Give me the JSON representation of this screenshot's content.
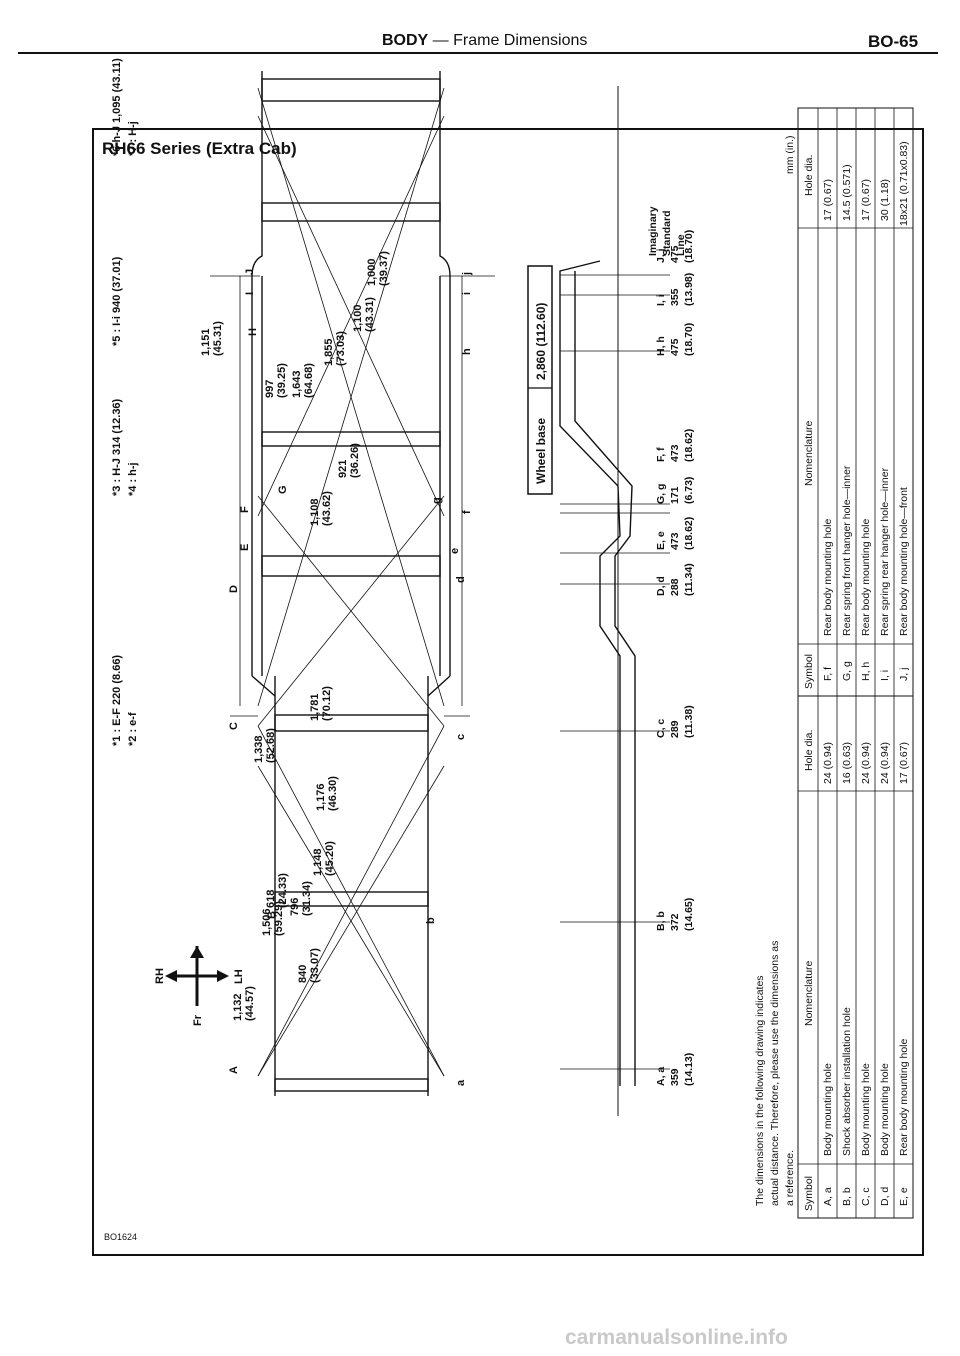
{
  "header": {
    "section": "BODY",
    "separator": " — ",
    "subtitle": "Frame Dimensions",
    "page": "BO-65"
  },
  "series_title": "RH66 Series (Extra Cab)",
  "notes": {
    "n1": "*1 : E-F  220 (8.66)",
    "n2": "*2 : e-f",
    "n3": "*3 : H-J  314 (12.36)",
    "n4": "*4 : h-j",
    "n5": "*5 : I-i  940 (37.01)",
    "n6": "*6  h-J  1,095 (43.11)",
    "n7": "*7 : H-j"
  },
  "orientation": {
    "rh": "RH",
    "lh": "LH",
    "fr": "Fr"
  },
  "point_labels_top": [
    "A",
    "B",
    "C",
    "D",
    "E",
    "F",
    "G",
    "H",
    "I",
    "J"
  ],
  "point_labels_bottom": [
    "a",
    "b",
    "c",
    "d",
    "e",
    "f",
    "g",
    "h",
    "i",
    "j"
  ],
  "dimensions": [
    {
      "v": "1,132",
      "i": "(44.57)"
    },
    {
      "v": "618",
      "i": "(24.33)"
    },
    {
      "v": "796",
      "i": "(31.34)"
    },
    {
      "v": "1,506",
      "i": "(59.29)"
    },
    {
      "v": "840",
      "i": "(33.07)"
    },
    {
      "v": "1,148",
      "i": "(45.20)"
    },
    {
      "v": "1,176",
      "i": "(46.30)"
    },
    {
      "v": "1,338",
      "i": "(52.68)"
    },
    {
      "v": "1,781",
      "i": "(70.12)"
    },
    {
      "v": "1,108",
      "i": "(43.62)"
    },
    {
      "v": "921",
      "i": "(36.26)"
    },
    {
      "v": "997",
      "i": "(39.25)"
    },
    {
      "v": "1,151",
      "i": "(45.31)"
    },
    {
      "v": "1,643",
      "i": "(64.68)"
    },
    {
      "v": "1,855",
      "i": "(73.03)"
    },
    {
      "v": "1,100",
      "i": "(43.31)"
    },
    {
      "v": "1,000",
      "i": "(39.37)"
    }
  ],
  "wheel_base": {
    "label": "Wheel base",
    "value": "2,860 (112.60)"
  },
  "standard_line": {
    "l1": "Imaginary",
    "l2": "Standard",
    "l3": "Line"
  },
  "heights": [
    {
      "sym": "A, a",
      "mm": "359",
      "in": "(14.13)"
    },
    {
      "sym": "B, b",
      "mm": "372",
      "in": "(14.65)"
    },
    {
      "sym": "C, c",
      "mm": "289",
      "in": "(11.38)"
    },
    {
      "sym": "D, d",
      "mm": "288",
      "in": "(11.34)"
    },
    {
      "sym": "E, e",
      "mm": "473",
      "in": "(18.62)"
    },
    {
      "sym": "G, g",
      "mm": "171",
      "in": "(6.73)"
    },
    {
      "sym": "F, f",
      "mm": "473",
      "in": "(18.62)"
    },
    {
      "sym": "H, h",
      "mm": "475",
      "in": "(18.70)"
    },
    {
      "sym": "I, i",
      "mm": "355",
      "in": "(13.98)"
    },
    {
      "sym": "J, j",
      "mm": "475",
      "in": "(18.70)"
    }
  ],
  "note_text": [
    "The dimensions in the following drawing indicates",
    "actual distance. Therefore, please use the dimensions as",
    "a reference."
  ],
  "unit": "mm (in.)",
  "table": {
    "headers": [
      "Symbol",
      "Nomenclature",
      "Hole dia."
    ],
    "left": [
      [
        "A, a",
        "Body mounting hole",
        "24 (0.94)"
      ],
      [
        "B, b",
        "Shock absorber installation hole",
        "16 (0.63)"
      ],
      [
        "C, c",
        "Body mounting hole",
        "24 (0.94)"
      ],
      [
        "D, d",
        "Body mounting hole",
        "24 (0.94)"
      ],
      [
        "E, e",
        "Rear body mounting hole",
        "17 (0.67)"
      ]
    ],
    "right": [
      [
        "F, f",
        "Rear body mounting hole",
        "17 (0.67)"
      ],
      [
        "G, g",
        "Rear spring front hanger hole—inner",
        "14.5 (0.571)"
      ],
      [
        "H, h",
        "Rear body mounting hole",
        "17 (0.67)"
      ],
      [
        "I, i",
        "Rear spring rear hanger hole—inner",
        "30 (1.18)"
      ],
      [
        "J, j",
        "Rear body mounting hole—front",
        "18x21 (0.71x0.83)"
      ]
    ]
  },
  "figure_id": "BO1624",
  "watermark": "carmanualsonline.info"
}
